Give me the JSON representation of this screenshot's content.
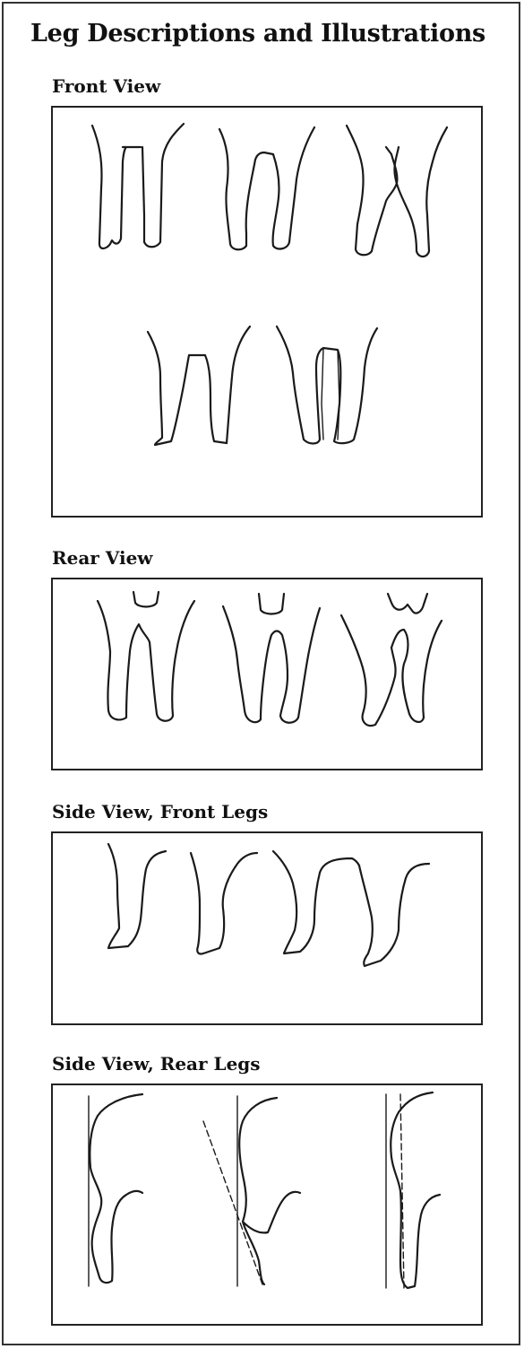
{
  "title": "Leg Descriptions and Illustrations",
  "sections": [
    {
      "heading": "Front View",
      "illustration_count": 5
    },
    {
      "heading": "Rear View",
      "illustration_count": 3
    },
    {
      "heading": "Side View, Front Legs",
      "illustration_count": 4
    },
    {
      "heading": "Side View, Rear Legs",
      "illustration_count": 3
    }
  ]
}
